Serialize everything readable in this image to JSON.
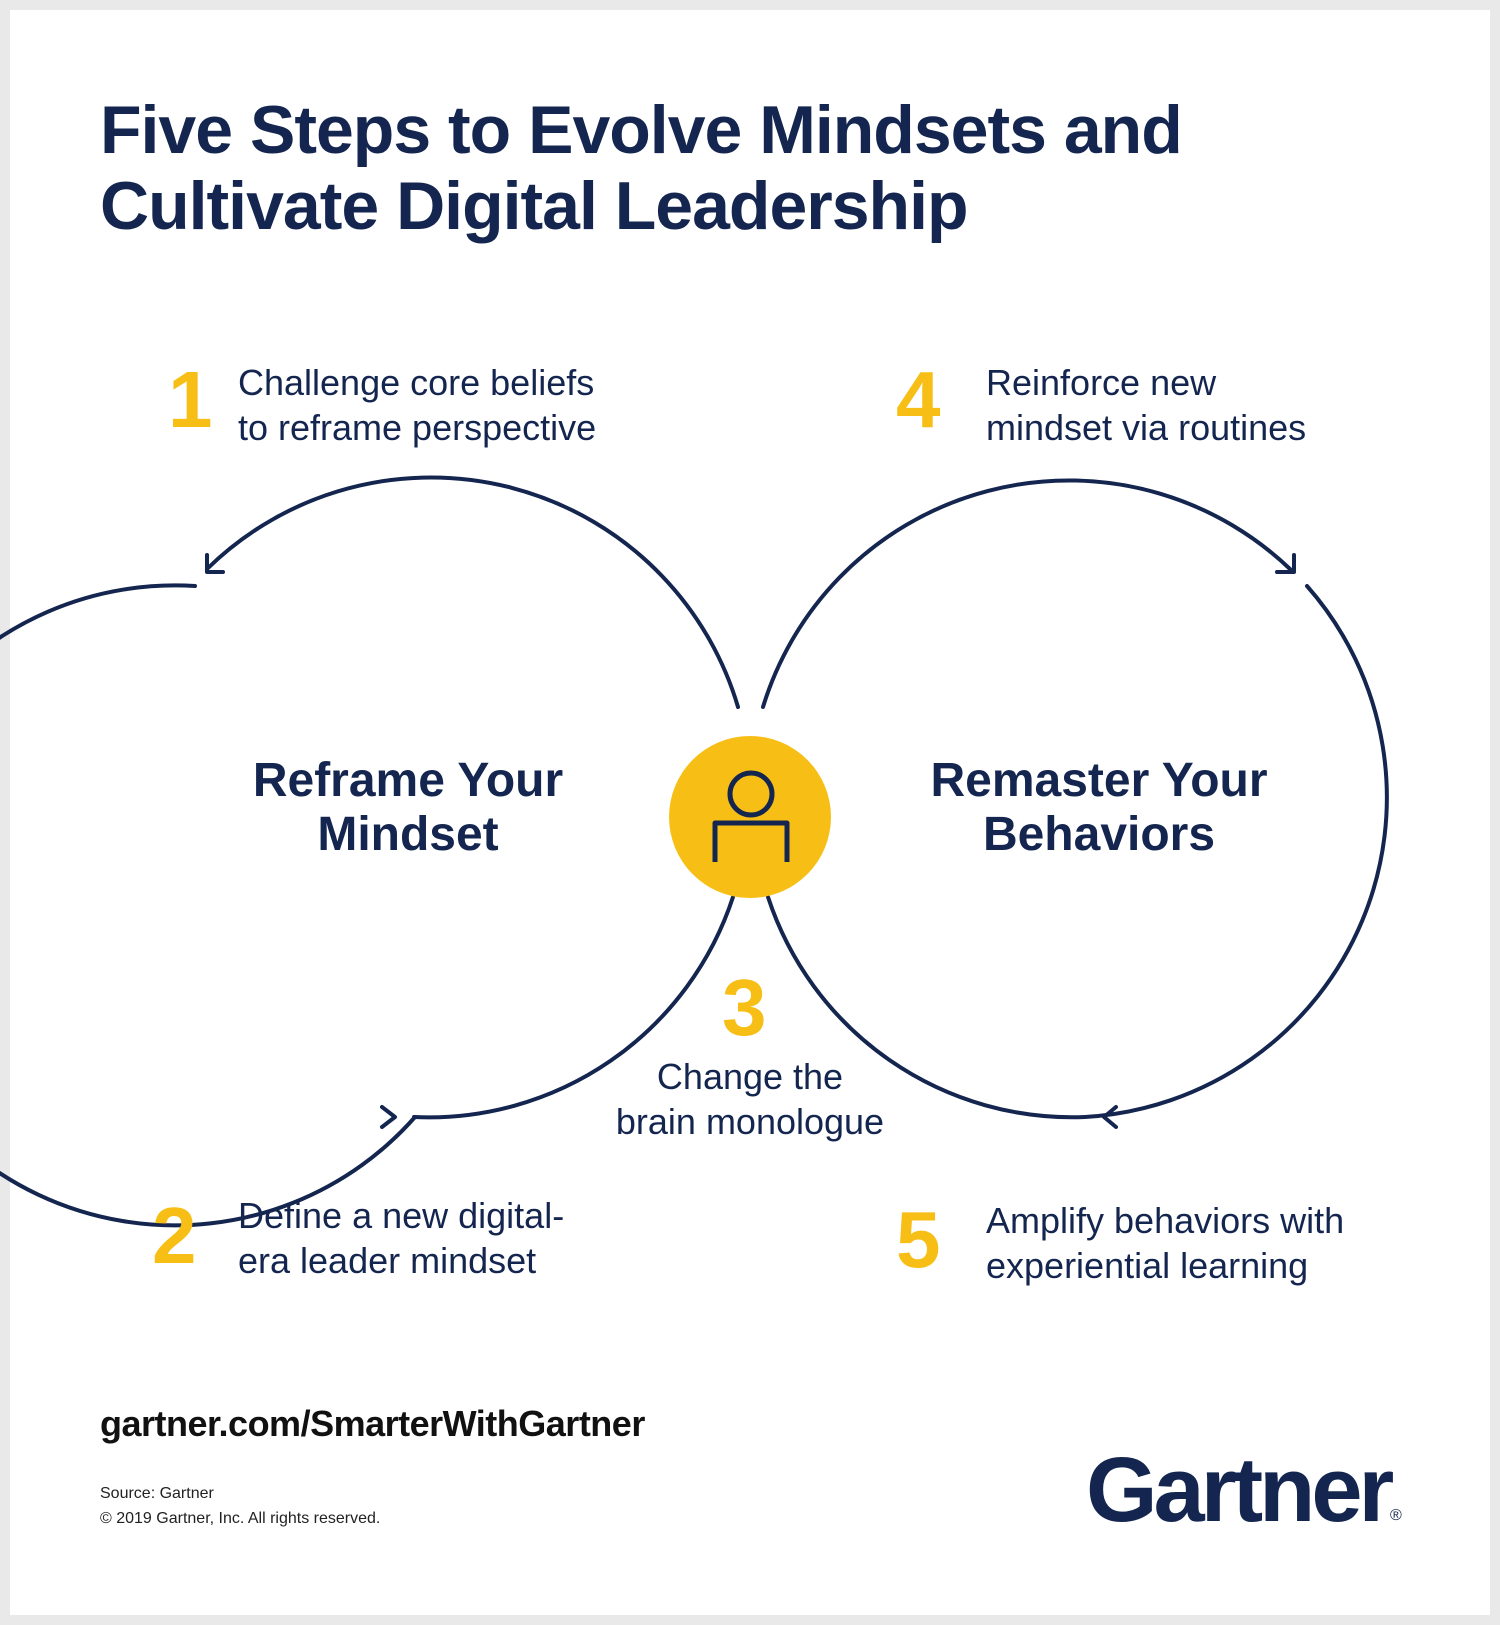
{
  "title": {
    "line1": "Five Steps to Evolve Mindsets and",
    "line2": "Cultivate Digital Leadership"
  },
  "loops": {
    "left_label": {
      "line1": "Reframe Your",
      "line2": "Mindset"
    },
    "right_label": {
      "line1": "Remaster Your",
      "line2": "Behaviors"
    },
    "center_icon": "person-icon"
  },
  "steps": [
    {
      "number": "1",
      "line1": "Challenge core beliefs",
      "line2": "to reframe perspective"
    },
    {
      "number": "2",
      "line1": "Define a new digital-",
      "line2": "era leader mindset"
    },
    {
      "number": "3",
      "line1": "Change the",
      "line2": "brain monologue"
    },
    {
      "number": "4",
      "line1": "Reinforce new",
      "line2": "mindset via routines"
    },
    {
      "number": "5",
      "line1": "Amplify behaviors with",
      "line2": "experiential learning"
    }
  ],
  "footer": {
    "url": "gartner.com/SmarterWithGartner",
    "source": "Source: Gartner",
    "copyright": "© 2019 Gartner, Inc. All rights reserved.",
    "logo": "Gartner",
    "logo_mark": "®"
  },
  "colors": {
    "navy": "#14264f",
    "yellow": "#f7bf16",
    "background": "#ffffff",
    "frame": "#e9e9ea"
  }
}
